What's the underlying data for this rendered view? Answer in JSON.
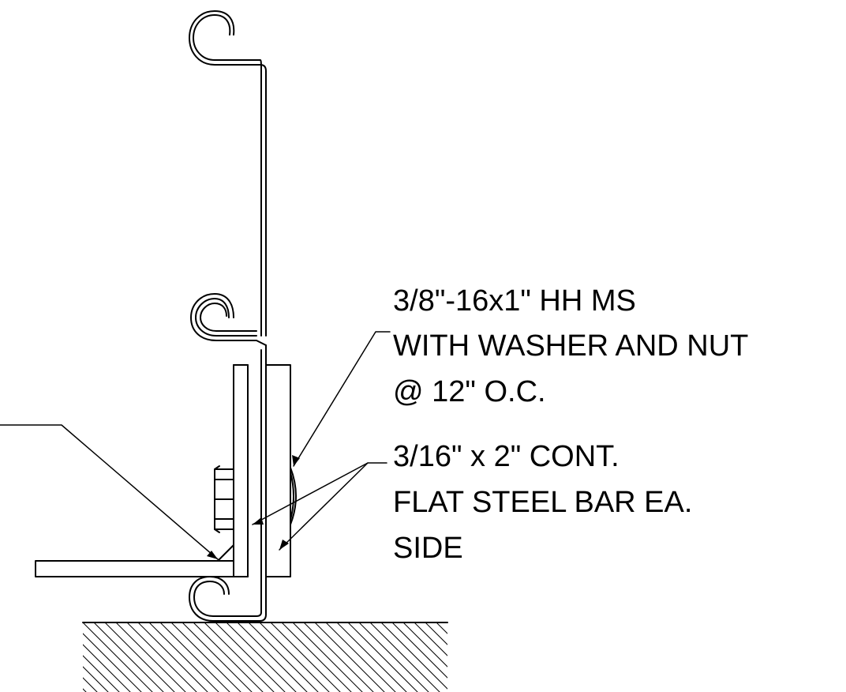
{
  "annotations": {
    "bolt": {
      "line1": "3/8\"-16x1\" HH MS",
      "line2": "WITH WASHER AND NUT",
      "line3": "@ 12\" O.C."
    },
    "bar": {
      "line1": "3/16\" x 2\" CONT.",
      "line2": "FLAT STEEL BAR EA.",
      "line3": "SIDE"
    },
    "cutoff_mark": "'"
  },
  "colors": {
    "line": "#000000",
    "background": "#ffffff"
  }
}
